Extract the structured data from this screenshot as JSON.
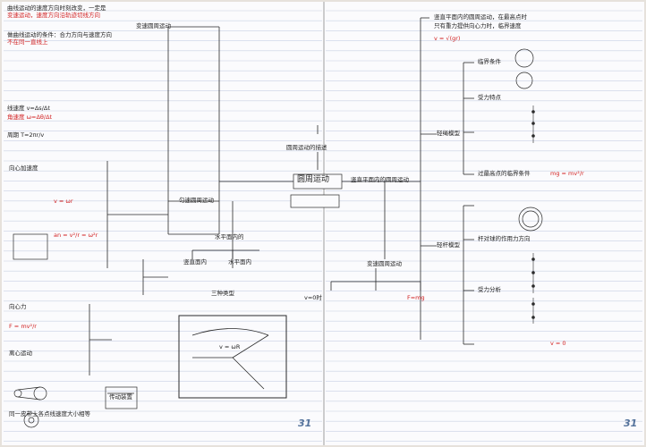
{
  "center": {
    "title": "圆周运动"
  },
  "nodes": {
    "motion_features": "圆周运动的描述",
    "uniform": "匀速圆周运动",
    "nonuniform": "变速圆周运动",
    "centripetal": "竖直平面内的圆周运动",
    "variable": "变速圆周运动",
    "light_rope": "轻绳模型",
    "light_rod": "轻杆模型",
    "horizontal": "水平面内的",
    "three_types": "三种类型"
  },
  "left_texts": {
    "l1": "曲线运动的速度方向时刻改变，一定是",
    "l2": "变速运动，速度方向沿轨迹切线方向",
    "l3": "做曲线运动的条件：合力方向与速度方向",
    "l4": "不在同一直线上",
    "l5": "线速度 v=Δs/Δt",
    "l6": "角速度 ω=Δθ/Δt",
    "l7": "周期 T=2πr/v",
    "l8": "向心加速度",
    "l9": "v = ωr",
    "l10": "an = v²/r = ω²r",
    "l11": "向心力",
    "l12": "F = mv²/r",
    "l13": "离心运动",
    "l14": "传动装置",
    "l15": "同一皮带上各点线速度大小相等"
  },
  "right_texts": {
    "r1": "竖直平面内的圆周运动，在最高点时",
    "r2": "只有重力提供向心力时，临界速度",
    "r3": "v = √(gr)",
    "r4": "临界条件",
    "r5": "受力特点",
    "r6": "过最高点的临界条件",
    "r7": "mg = mv²/r",
    "r8": "受力分析",
    "r9": "v = 0",
    "r10": "杆对球的作用力方向"
  },
  "bottom_texts": {
    "b1": "竖直面内",
    "b2": "水平面内",
    "b3": "v = ωR",
    "b4": "v=0时",
    "b5": "F=mg"
  },
  "page_numbers": {
    "left": "31",
    "right": "31"
  },
  "colors": {
    "paper": "#fbfbfd",
    "line": "#c8d0e4",
    "ink": "#1f1f1f",
    "red": "#d11f1f"
  }
}
